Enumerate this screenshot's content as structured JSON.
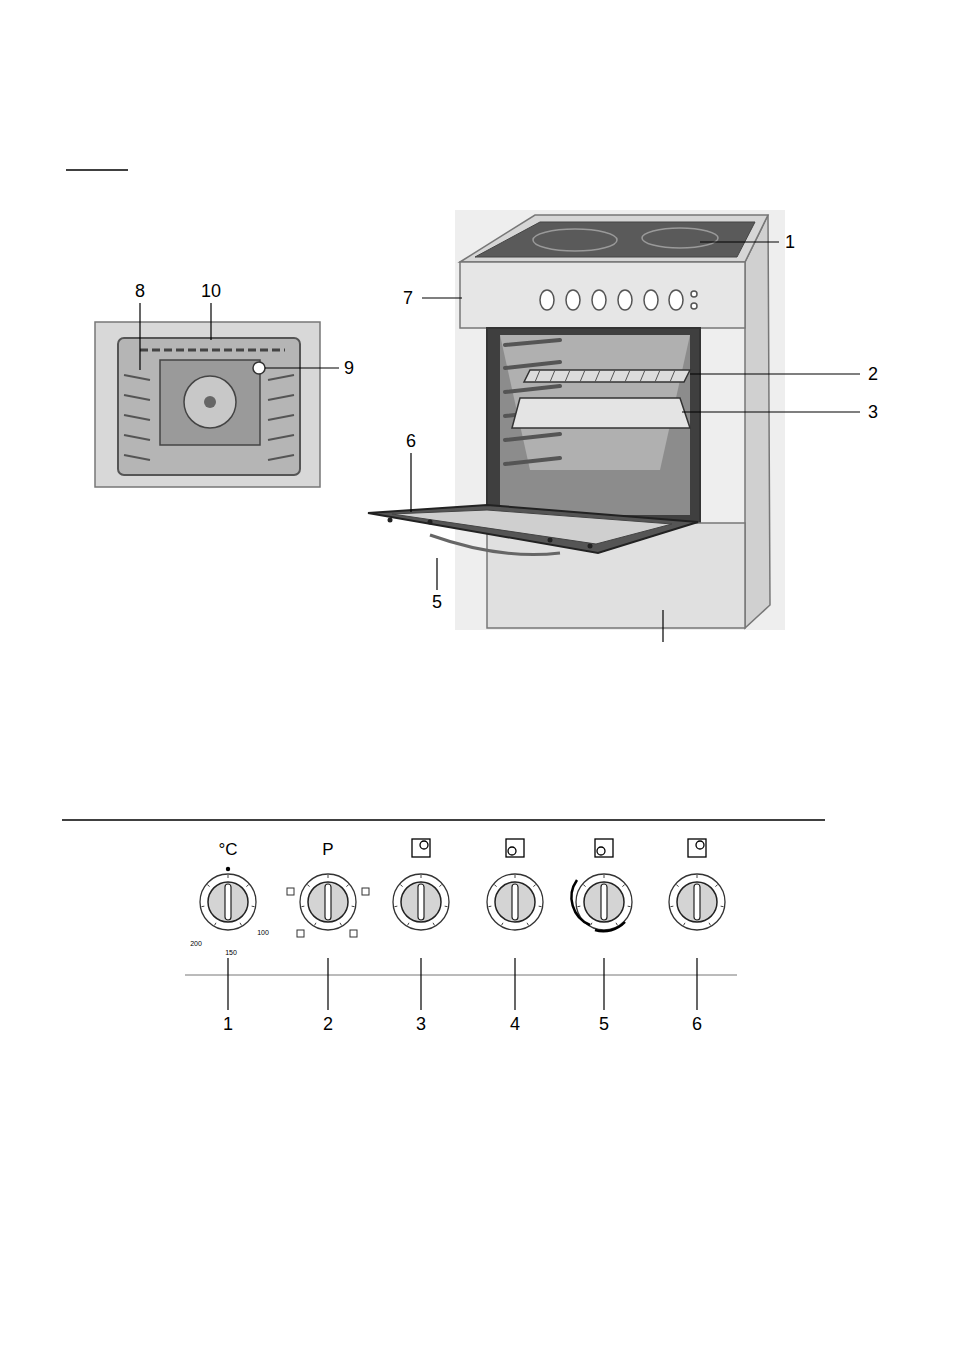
{
  "diagram": {
    "labels": [
      "1",
      "2",
      "3",
      "5",
      "6",
      "7",
      "8",
      "9",
      "10",
      "°C",
      "P",
      "200",
      "150",
      "100",
      "1",
      "2",
      "3",
      "4",
      "5",
      "6"
    ]
  }
}
